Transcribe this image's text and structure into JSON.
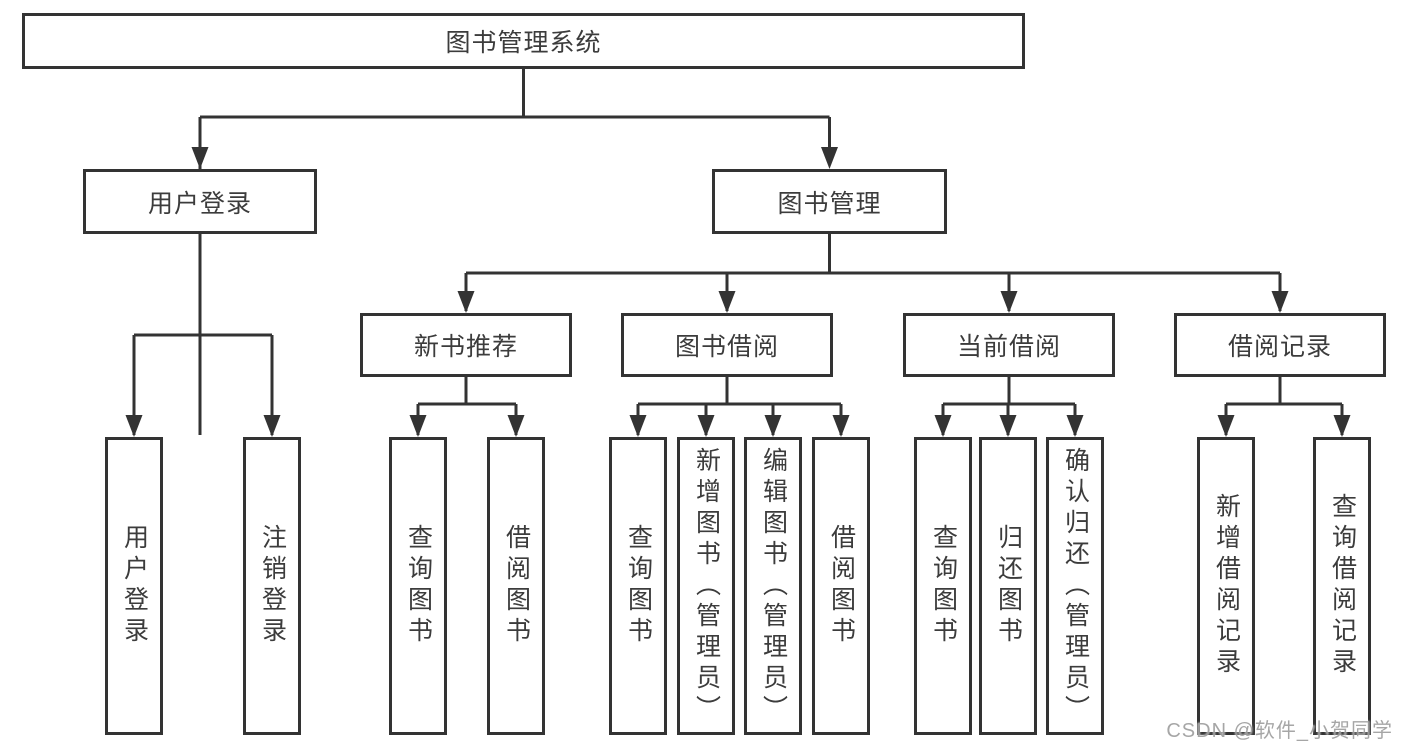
{
  "diagram": {
    "root": {
      "label": "图书管理系统"
    },
    "branches": [
      {
        "label": "用户登录",
        "children": [
          {
            "label": "用户登录"
          },
          {
            "label": "注销登录"
          }
        ]
      },
      {
        "label": "图书管理",
        "children": [
          {
            "label": "新书推荐",
            "children": [
              {
                "label": "查询图书"
              },
              {
                "label": "借阅图书"
              }
            ]
          },
          {
            "label": "图书借阅",
            "children": [
              {
                "label": "查询图书"
              },
              {
                "label": "新增图书（管理员）"
              },
              {
                "label": "编辑图书（管理员）"
              },
              {
                "label": "借阅图书"
              }
            ]
          },
          {
            "label": "当前借阅",
            "children": [
              {
                "label": "查询图书"
              },
              {
                "label": "归还图书"
              },
              {
                "label": "确认归还（管理员）"
              }
            ]
          },
          {
            "label": "借阅记录",
            "children": [
              {
                "label": "新增借阅记录"
              },
              {
                "label": "查询借阅记录"
              }
            ]
          }
        ]
      }
    ]
  },
  "watermark": {
    "text": "CSDN @软件_小贺同学"
  },
  "colors": {
    "line": "#333333",
    "border": "#333333",
    "text": "#3c3c3c",
    "watermark": "#969696",
    "background": "#ffffff"
  }
}
